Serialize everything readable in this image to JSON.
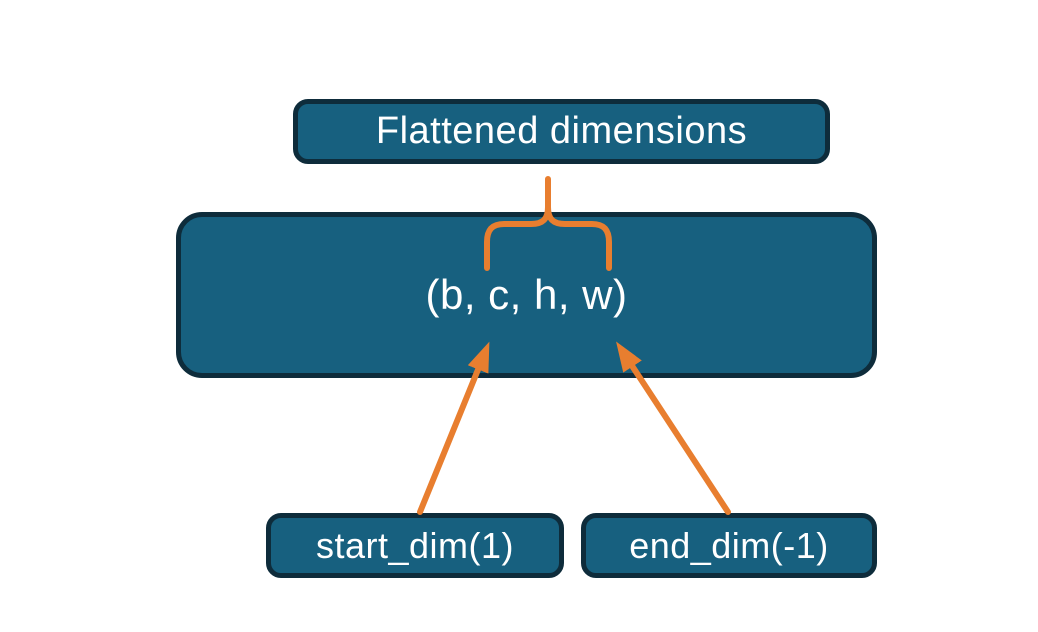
{
  "diagram": {
    "type": "flatten-operation-diagram",
    "boxes": {
      "flattened": {
        "label": "Flattened dimensions"
      },
      "tensor": {
        "label": "(b, c, h, w)"
      },
      "start_dim": {
        "label": "start_dim(1)"
      },
      "end_dim": {
        "label": "end_dim(-1)"
      }
    },
    "connectors": {
      "overbrace": "brace spanning c..w dims linking tensor box to Flattened dimensions label",
      "start_arrow": "arrow from start_dim(1) box up to dim c",
      "end_arrow": "arrow from end_dim(-1) box up to dim w"
    },
    "colors": {
      "box_fill": "#17607f",
      "box_border": "#0e2c3b",
      "connector_orange": "#e87e2f",
      "label_text": "#ffffff",
      "background": "#ffffff"
    }
  }
}
